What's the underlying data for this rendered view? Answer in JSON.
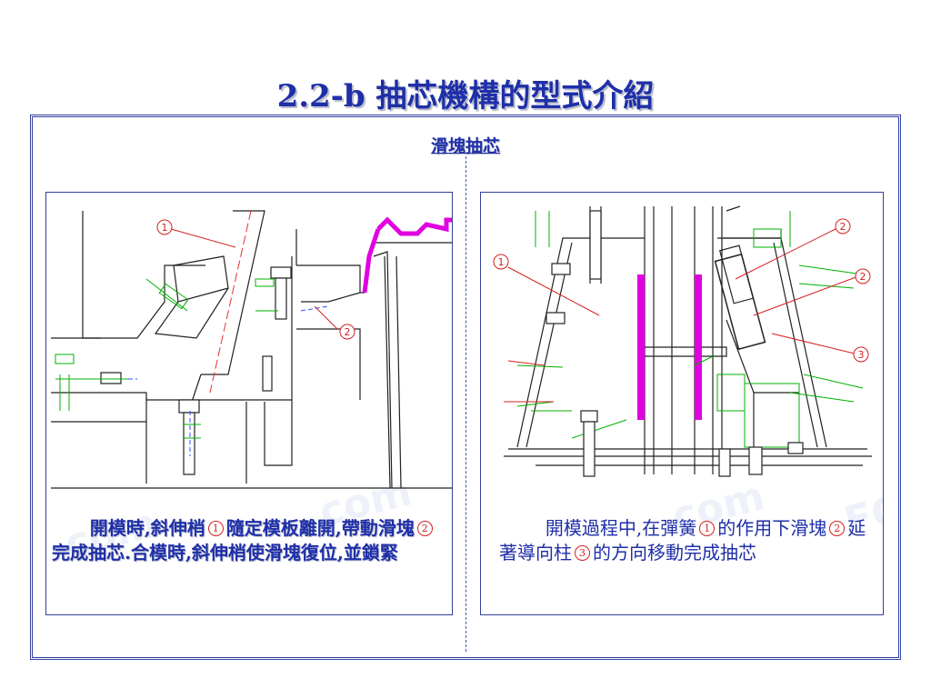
{
  "slide": {
    "title": "2.2-b 抽芯機構的型式介紹",
    "subtitle": "滑塊抽芯"
  },
  "left_panel": {
    "callouts": [
      "1",
      "2"
    ],
    "caption": {
      "p1": "開模時,斜伸梢",
      "n1": "①",
      "p2": "隨定模板離開,帶動滑塊",
      "n2": "②",
      "p3": "完成抽芯.合模時,斜伸梢使滑塊復位,並鎖緊"
    }
  },
  "right_panel": {
    "callouts": [
      "1",
      "2",
      "2",
      "3"
    ],
    "caption": {
      "p1": "開模過程中,在彈簧",
      "n1": "①",
      "p2": "的作用下滑塊",
      "n2": "②",
      "p3": "延著導向柱",
      "n3": "③",
      "p4": "的方向移動完成抽芯"
    }
  },
  "colors": {
    "title": "#1f2fa8",
    "frame": "#3140a0",
    "callout": "#d42020",
    "drawing_line": "#222222",
    "cad_green": "#00b000",
    "cad_magenta": "#e000e0"
  }
}
